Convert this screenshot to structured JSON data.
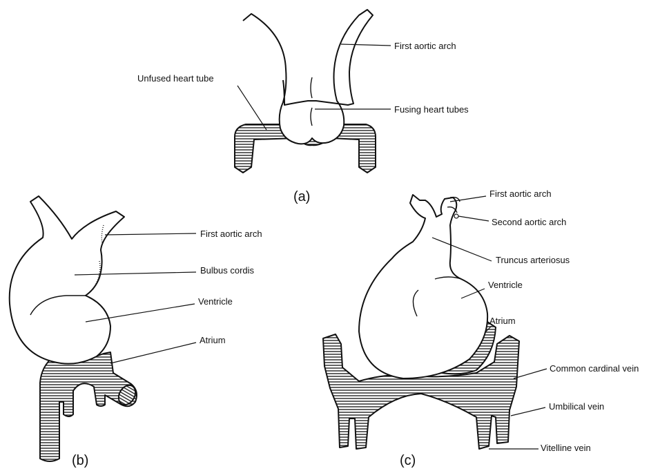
{
  "panel_a": {
    "caption": "(a)",
    "labels": {
      "first_aortic_arch": "First aortic arch",
      "unfused_heart_tube": "Unfused heart tube",
      "fusing_heart_tubes": "Fusing heart tubes"
    }
  },
  "panel_b": {
    "caption": "(b)",
    "labels": {
      "first_aortic_arch": "First aortic arch",
      "bulbus_cordis": "Bulbus cordis",
      "ventricle": "Ventricle",
      "atrium": "Atrium"
    }
  },
  "panel_c": {
    "caption": "(c)",
    "labels": {
      "first_aortic_arch": "First aortic arch",
      "second_aortic_arch": "Second aortic arch",
      "truncus_arteriosus": "Truncus arteriosus",
      "ventricle": "Ventricle",
      "atrium": "Atrium",
      "common_cardinal_vein": "Common cardinal vein",
      "umbilical_vein": "Umbilical vein",
      "vitelline_vein": "Vitelline vein"
    }
  }
}
